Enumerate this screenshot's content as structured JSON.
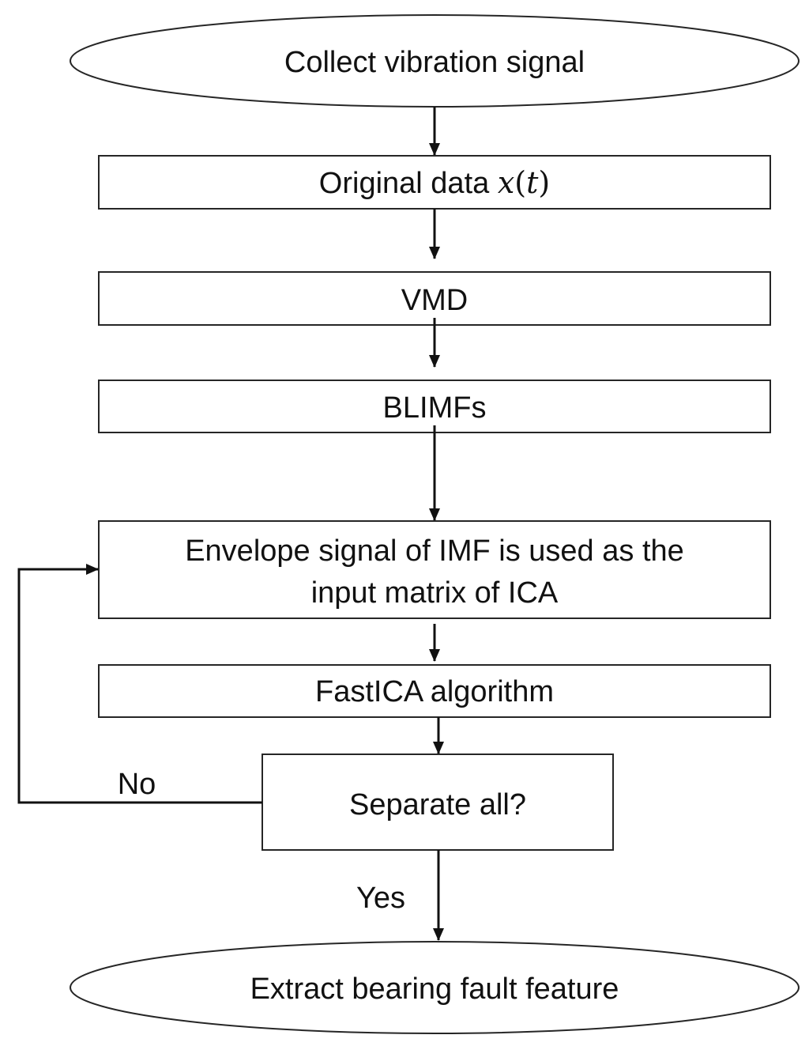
{
  "flowchart": {
    "start": "Collect vibration signal",
    "original_data": {
      "text": "Original data ",
      "symbol": "x",
      "paren_open": "(",
      "variable": "t",
      "paren_close": ")"
    },
    "vmd": "VMD",
    "blimfs": "BLIMFs",
    "envelope": {
      "line1": "Envelope signal of IMF is used as the",
      "line2": "input matrix of ICA"
    },
    "fastica": "FastICA algorithm",
    "decision": "Separate all?",
    "no_label": "No",
    "yes_label": "Yes",
    "end": "Extract bearing fault feature"
  }
}
